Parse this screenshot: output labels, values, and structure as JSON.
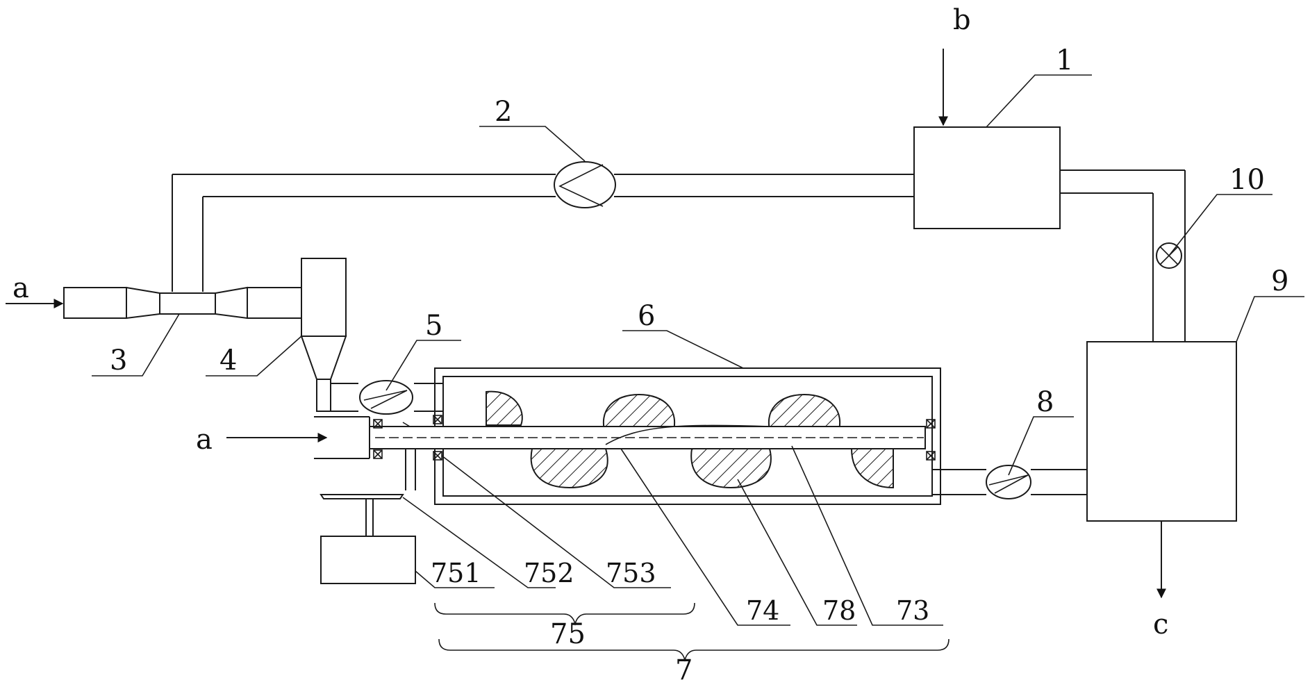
{
  "diagram": {
    "part_labels": {
      "p1": "1",
      "p2": "2",
      "p3": "3",
      "p4": "4",
      "p5": "5",
      "p6": "6",
      "p7": "7",
      "p8": "8",
      "p9": "9",
      "p10": "10",
      "p73": "73",
      "p74": "74",
      "p75": "75",
      "p78": "78",
      "p751": "751",
      "p752": "752",
      "p753": "753"
    },
    "stream_labels": {
      "inlet_a_left": "a",
      "inlet_a_mid": "a",
      "inlet_b": "b",
      "outlet_c": "c"
    }
  }
}
